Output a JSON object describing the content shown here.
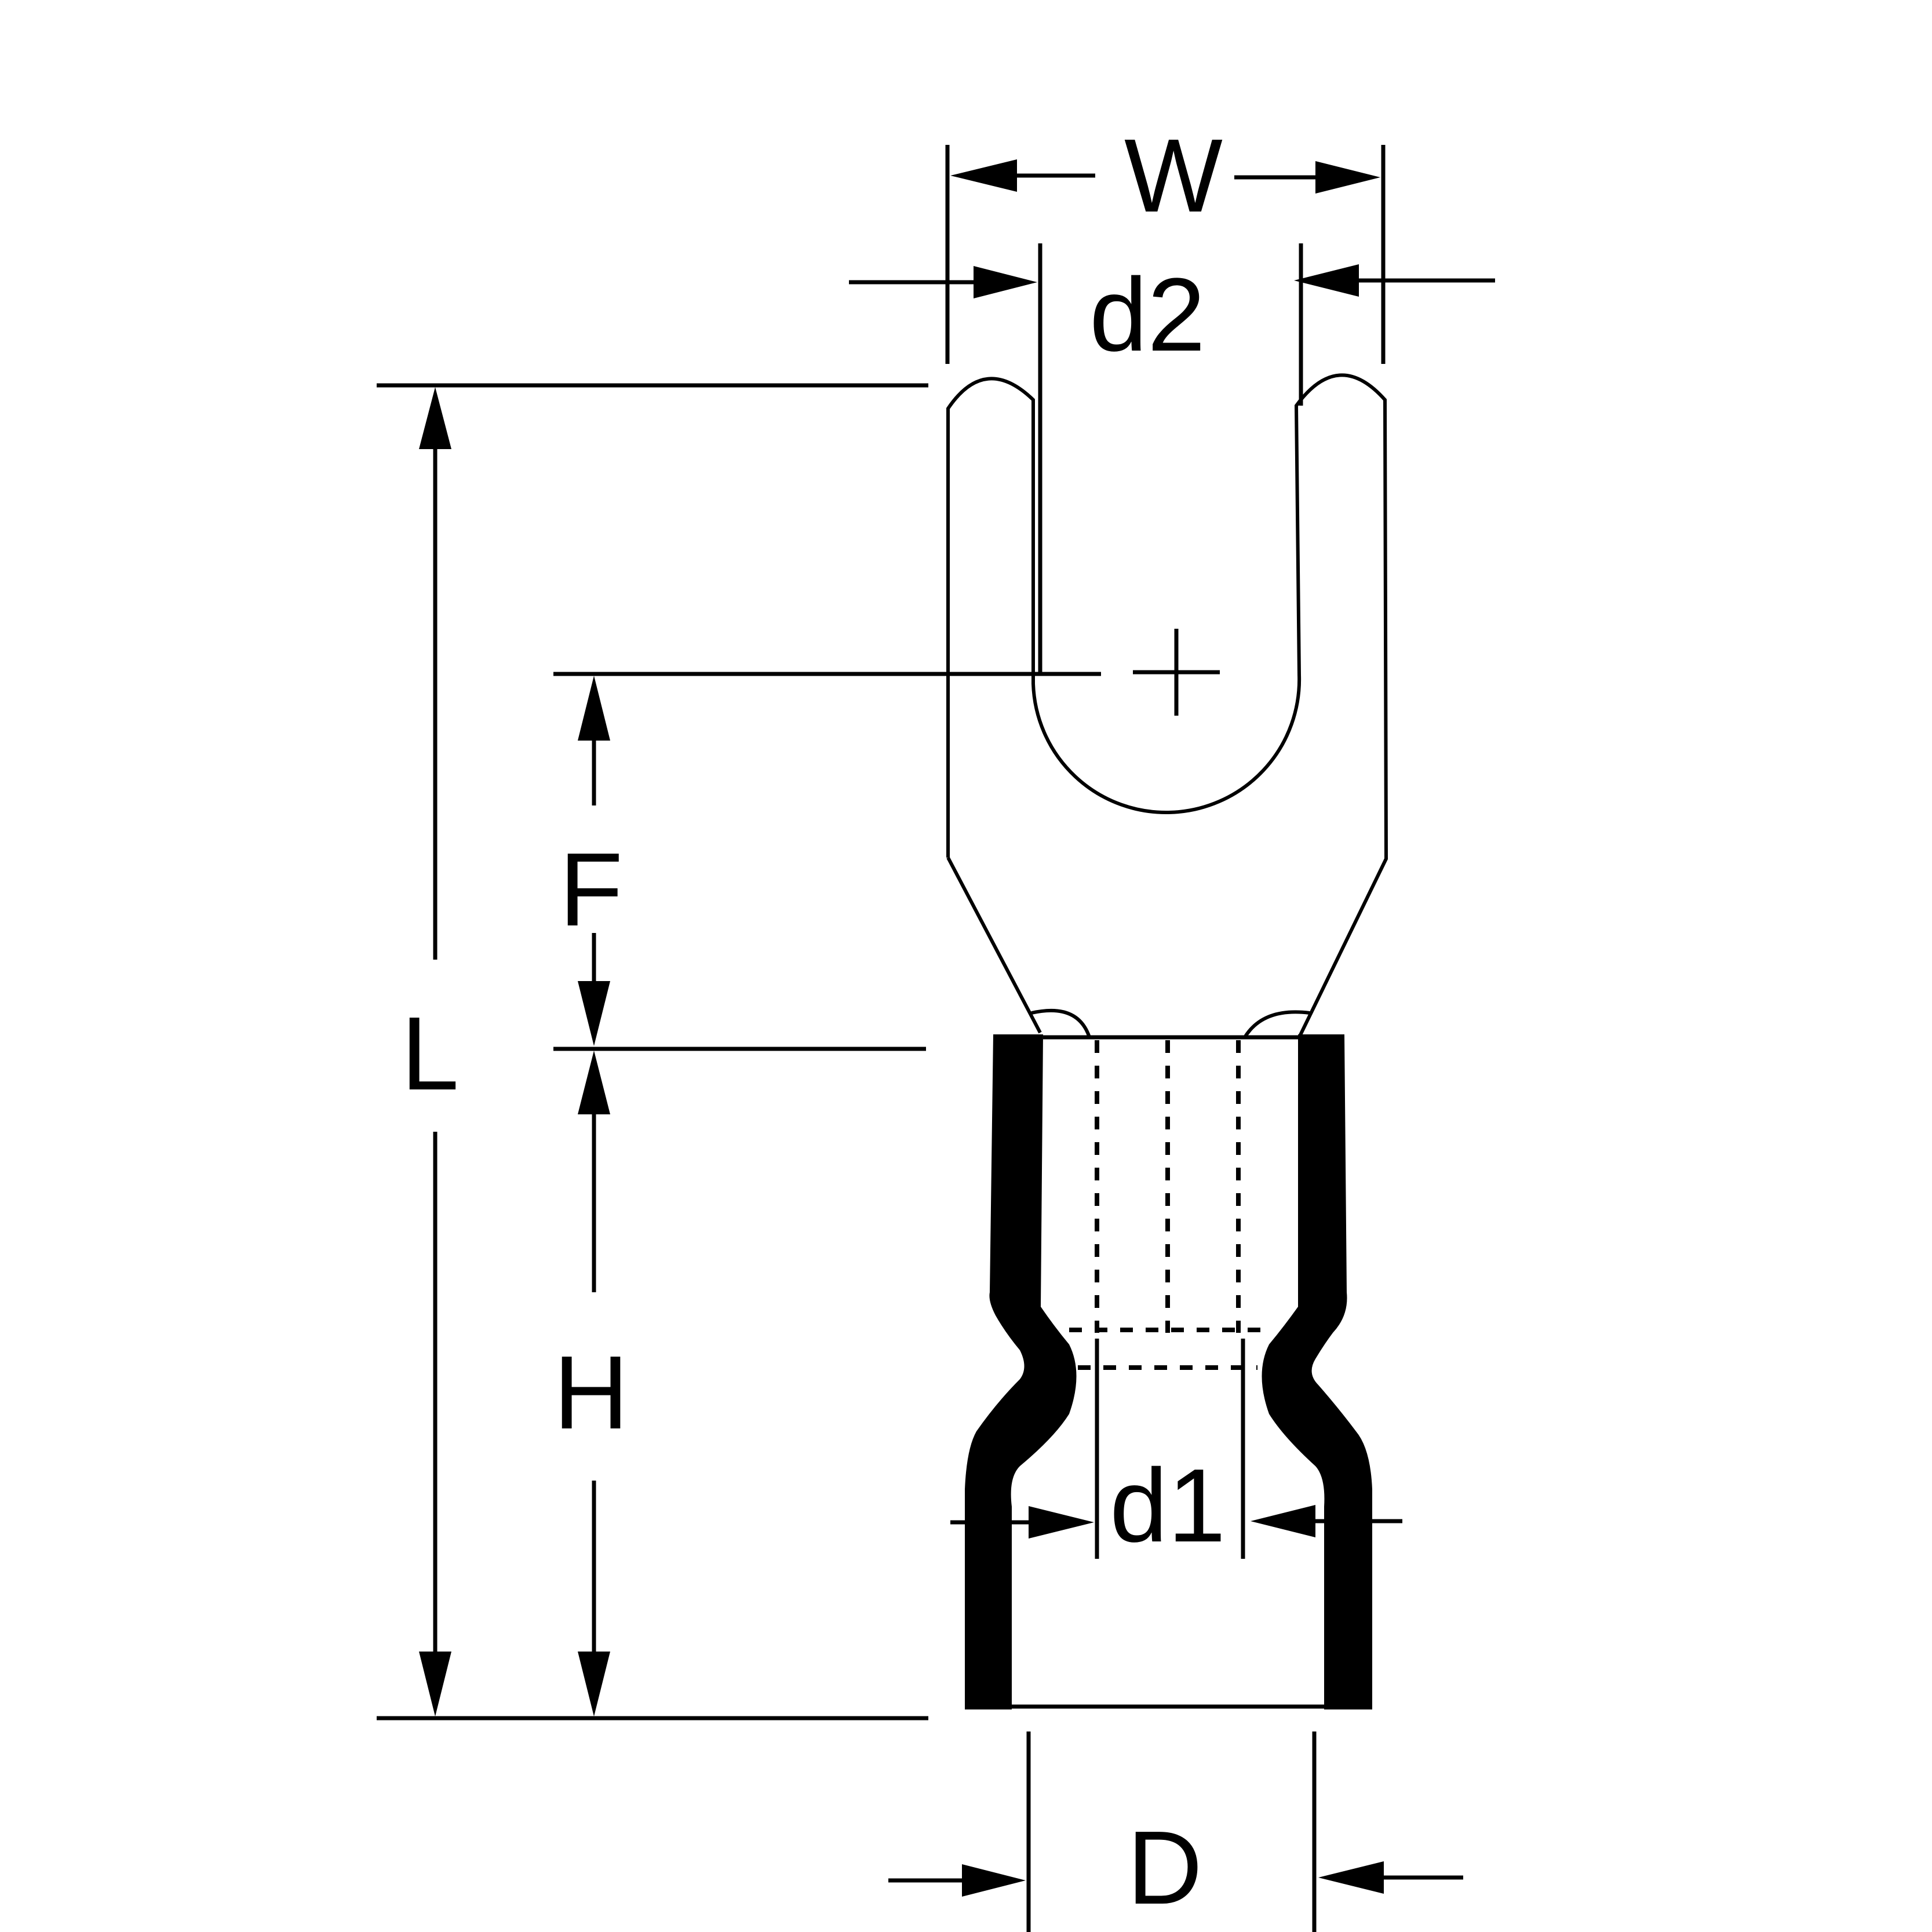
{
  "labels": {
    "W": "W",
    "d2": "d2",
    "F": "F",
    "L": "L",
    "H": "H",
    "d1": "d1",
    "D": "D"
  }
}
